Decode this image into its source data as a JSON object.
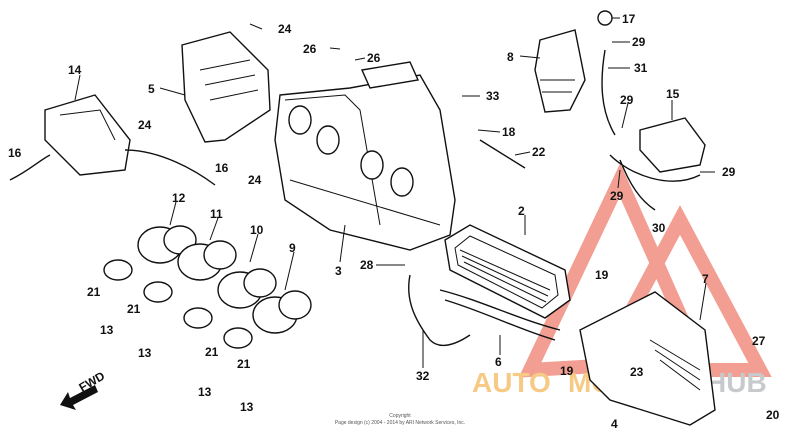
{
  "diagram": {
    "callouts": {
      "c2": "2",
      "c3": "3",
      "c4": "4",
      "c5": "5",
      "c6": "6",
      "c7": "7",
      "c8": "8",
      "c9": "9",
      "c10": "10",
      "c11": "11",
      "c12": "12",
      "c13a": "13",
      "c13b": "13",
      "c13c": "13",
      "c13d": "13",
      "c14": "14",
      "c15": "15",
      "c16a": "16",
      "c16b": "16",
      "c17": "17",
      "c18": "18",
      "c19a": "19",
      "c19b": "19",
      "c20": "20",
      "c21a": "21",
      "c21b": "21",
      "c21c": "21",
      "c21d": "21",
      "c22": "22",
      "c23": "23",
      "c24a": "24",
      "c24b": "24",
      "c24c": "24",
      "c26a": "26",
      "c26b": "26",
      "c27": "27",
      "c28": "28",
      "c29a": "29",
      "c29b": "29",
      "c29c": "29",
      "c29d": "29",
      "c30": "30",
      "c31": "31",
      "c32": "32",
      "c33": "33"
    },
    "fwd_label": "FWD",
    "copyright_line1": "Copyright",
    "copyright_line2": "Page design (c) 2004 - 2014 by ARI Network Services, Inc.",
    "watermark": {
      "left": "AUTO",
      "middle": "MOTO",
      "right": "HUB",
      "color": "#e8503a",
      "accent": "#f0a020"
    }
  }
}
